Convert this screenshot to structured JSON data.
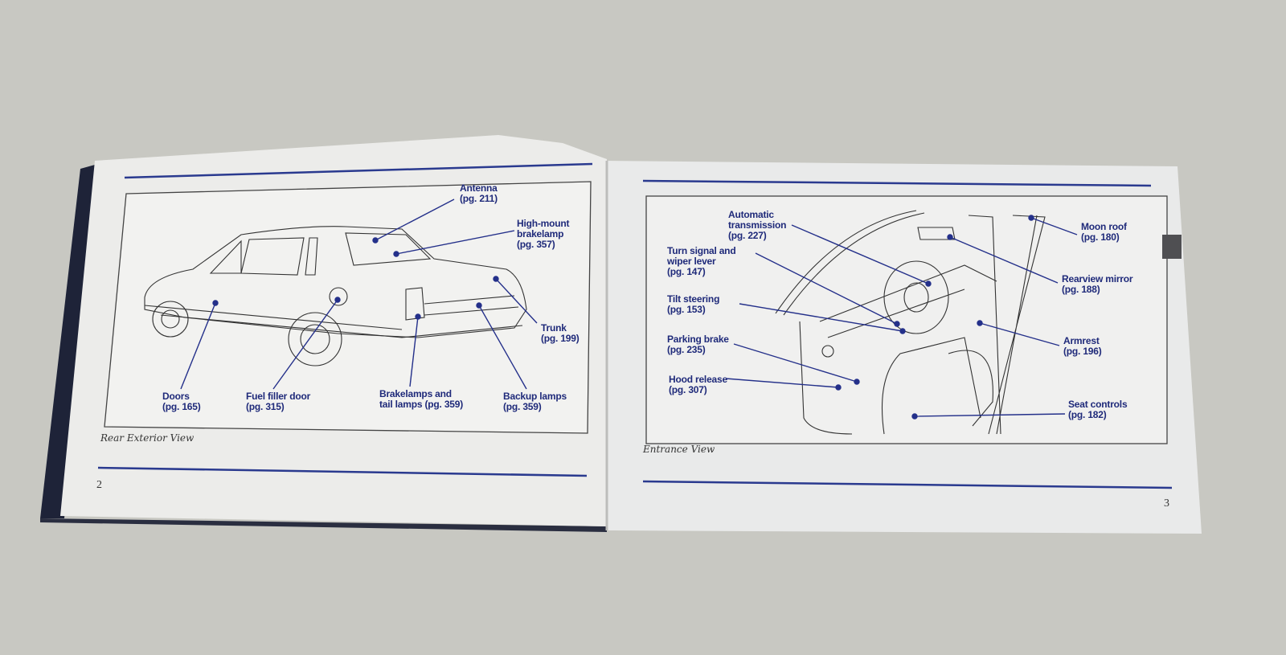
{
  "left_page": {
    "page_number": "2",
    "caption": "Rear Exterior View",
    "callouts": [
      {
        "name": "Antenna",
        "page": "(pg. 211)"
      },
      {
        "name": "High-mount\nbrakelamp",
        "page": "(pg. 357)"
      },
      {
        "name": "Trunk",
        "page": "(pg. 199)"
      },
      {
        "name": "Doors",
        "page": "(pg. 165)"
      },
      {
        "name": "Fuel filler door",
        "page": "(pg. 315)"
      },
      {
        "name": "Brakelamps and\ntail lamps",
        "page": "(pg. 359)"
      },
      {
        "name": "Backup lamps",
        "page": "(pg. 359)"
      }
    ]
  },
  "right_page": {
    "page_number": "3",
    "caption": "Entrance View",
    "callouts": [
      {
        "name": "Automatic\ntransmission",
        "page": "(pg. 227)"
      },
      {
        "name": "Turn signal and\nwiper lever",
        "page": "(pg. 147)"
      },
      {
        "name": "Tilt steering",
        "page": "(pg. 153)"
      },
      {
        "name": "Parking brake",
        "page": "(pg. 235)"
      },
      {
        "name": "Hood release",
        "page": "(pg. 307)"
      },
      {
        "name": "Moon roof",
        "page": "(pg. 180)"
      },
      {
        "name": "Rearview mirror",
        "page": "(pg. 188)"
      },
      {
        "name": "Armrest",
        "page": "(pg. 196)"
      },
      {
        "name": "Seat controls",
        "page": "(pg. 182)"
      }
    ]
  },
  "colors": {
    "accent": "#2a3a8f",
    "label": "#1f2a7a",
    "tab": "#4f4f52"
  }
}
